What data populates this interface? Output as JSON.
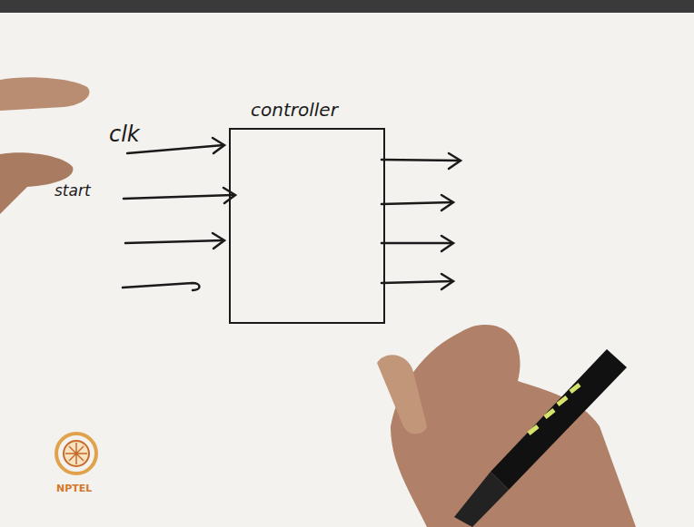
{
  "diagram": {
    "nodes": [
      {
        "text": [
          "controller"
        ]
      }
    ],
    "labels": [
      "clk",
      "start",
      "NPTEL"
    ]
  }
}
